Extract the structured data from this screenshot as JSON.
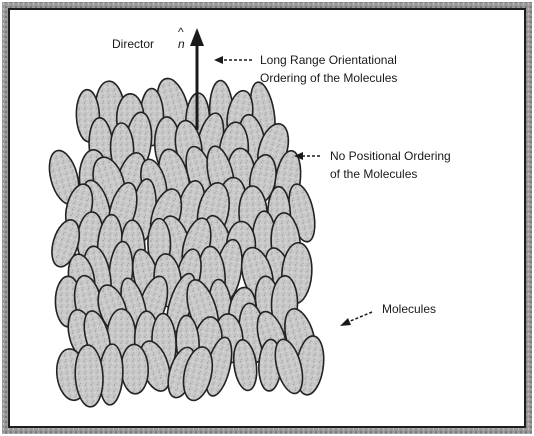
{
  "labels": {
    "director": "Director",
    "director_symbol": "n",
    "orientational_line1": "Long Range Orientational",
    "orientational_line2": "Ordering of the Molecules",
    "positional_line1": "No Positional Ordering",
    "positional_line2": "of the Molecules",
    "molecules": "Molecules"
  },
  "colors": {
    "frame": "#8a8a8a",
    "frame_inner": "#1e1e1e",
    "ink": "#1a1a1a",
    "molecule_fill": "#c9c9c9",
    "molecule_stroke": "#222222",
    "background": "#ffffff"
  },
  "icons": {
    "director_arrow": "arrow-up-icon",
    "pointer": "dashed-leader-arrow-icon"
  }
}
